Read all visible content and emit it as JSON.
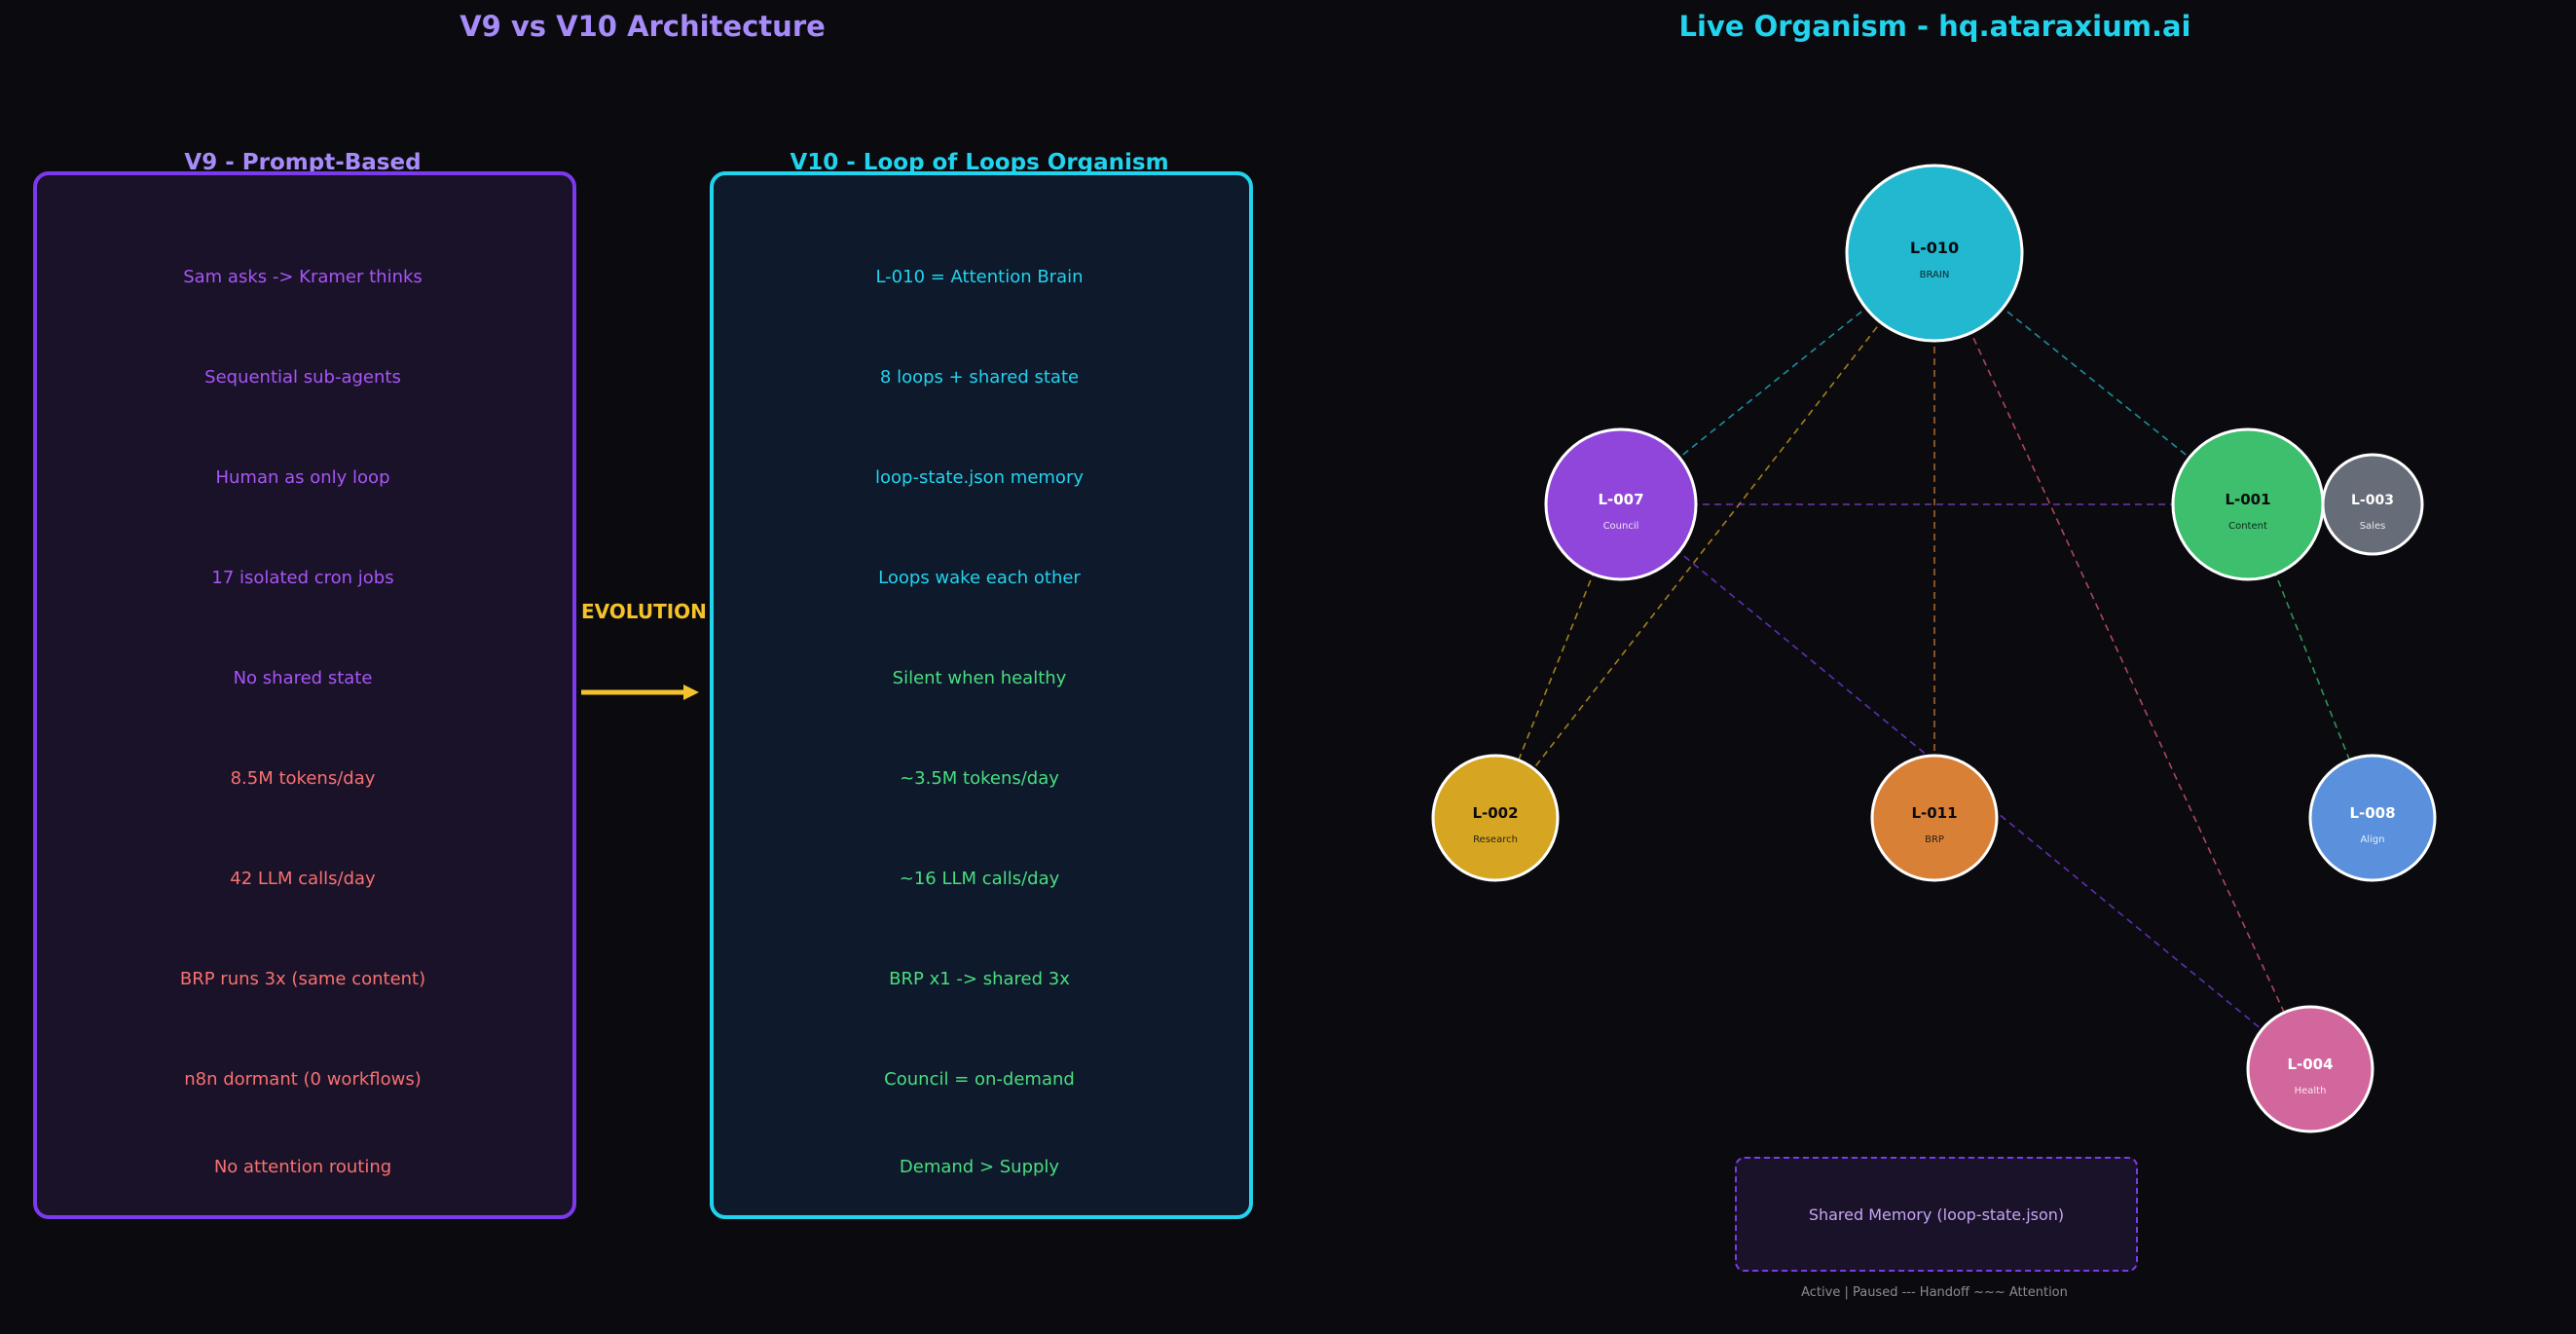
{
  "titles": {
    "left": "V9 vs V10 Architecture",
    "right": "Live Organism - hq.ataraxium.ai"
  },
  "v9": {
    "heading": "V9 - Prompt-Based",
    "items": [
      {
        "text": "Sam asks -> Kramer thinks",
        "color": "#a855f7"
      },
      {
        "text": "Sequential sub-agents",
        "color": "#a855f7"
      },
      {
        "text": "Human as only loop",
        "color": "#a855f7"
      },
      {
        "text": "17 isolated cron jobs",
        "color": "#a855f7"
      },
      {
        "text": "No shared state",
        "color": "#a855f7"
      },
      {
        "text": "8.5M tokens/day",
        "color": "#f87171"
      },
      {
        "text": "42 LLM calls/day",
        "color": "#f87171"
      },
      {
        "text": "BRP runs 3x (same content)",
        "color": "#f87171"
      },
      {
        "text": "n8n dormant (0 workflows)",
        "color": "#f87171"
      },
      {
        "text": "No attention routing",
        "color": "#f87171"
      }
    ]
  },
  "v10": {
    "heading": "V10 - Loop of Loops Organism",
    "items": [
      {
        "text": "L-010 = Attention Brain",
        "color": "#22d3ee"
      },
      {
        "text": "8 loops + shared state",
        "color": "#22d3ee"
      },
      {
        "text": "loop-state.json memory",
        "color": "#22d3ee"
      },
      {
        "text": "Loops wake each other",
        "color": "#22d3ee"
      },
      {
        "text": "Silent when healthy",
        "color": "#4ade80"
      },
      {
        "text": "~3.5M tokens/day",
        "color": "#4ade80"
      },
      {
        "text": "~16 LLM calls/day",
        "color": "#4ade80"
      },
      {
        "text": "BRP x1 -> shared 3x",
        "color": "#4ade80"
      },
      {
        "text": "Council = on-demand",
        "color": "#4ade80"
      },
      {
        "text": "Demand > Supply",
        "color": "#4ade80"
      }
    ]
  },
  "evolution_label": "EVOLUTION",
  "nodes": [
    {
      "id": "L-010",
      "label": "BRAIN",
      "color": "#22b8cf",
      "text_color": "#0b0b0f"
    },
    {
      "id": "L-007",
      "label": "Council",
      "color": "#9146db",
      "text_color": "#ffffff"
    },
    {
      "id": "L-001",
      "label": "Content",
      "color": "#3dbf6d",
      "text_color": "#0b0b0f"
    },
    {
      "id": "L-003",
      "label": "Sales",
      "color": "#666c78",
      "text_color": "#ffffff"
    },
    {
      "id": "L-002",
      "label": "Research",
      "color": "#d6a521",
      "text_color": "#0b0b0f"
    },
    {
      "id": "L-011",
      "label": "BRP",
      "color": "#d98037",
      "text_color": "#0b0b0f"
    },
    {
      "id": "L-008",
      "label": "Align",
      "color": "#5b91dc",
      "text_color": "#ffffff"
    },
    {
      "id": "L-004",
      "label": "Health",
      "color": "#d2679d",
      "text_color": "#ffffff"
    }
  ],
  "edges": [
    {
      "from": "L-010",
      "to": "L-007",
      "color": "#22b8cf"
    },
    {
      "from": "L-010",
      "to": "L-001",
      "color": "#22b8cf"
    },
    {
      "from": "L-010",
      "to": "L-002",
      "color": "#d6a521"
    },
    {
      "from": "L-010",
      "to": "L-011",
      "color": "#d98037"
    },
    {
      "from": "L-010",
      "to": "L-004",
      "color": "#e05a7a"
    },
    {
      "from": "L-007",
      "to": "L-001",
      "color": "#9146db"
    },
    {
      "from": "L-007",
      "to": "L-002",
      "color": "#d6a521"
    },
    {
      "from": "L-007",
      "to": "L-004",
      "color": "#7c3aed"
    },
    {
      "from": "L-001",
      "to": "L-008",
      "color": "#3dbf6d"
    }
  ],
  "shared_memory_label": "Shared Memory (loop-state.json)",
  "legend_text": "Active | Paused --- Handoff ~~~ Attention"
}
